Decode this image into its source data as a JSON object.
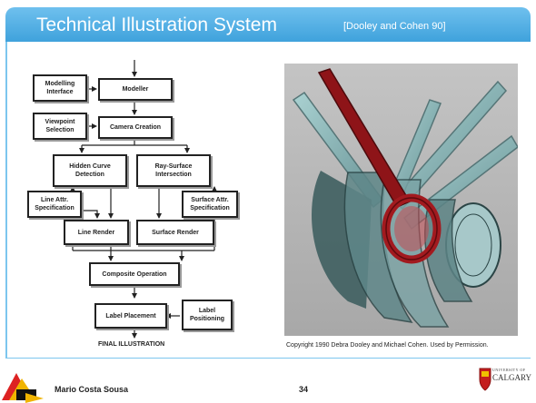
{
  "slide": {
    "title": "Technical Illustration System",
    "citation": "[Dooley and Cohen 90]",
    "author": "Mario Costa Sousa",
    "page_number": "34",
    "caption": "Copyright 1990 Debra Dooley and Michael Cohen. Used by Permission.",
    "accent_color": "#4aaae3"
  },
  "flowchart": {
    "modelling_interface": "Modelling\nInterface",
    "modeller": "Modeller",
    "viewpoint_selection": "Viewpoint\nSelection",
    "camera_creation": "Camera Creation",
    "hidden_curve_detection": "Hidden Curve\nDetection",
    "ray_surface_intersection": "Ray-Surface\nIntersection",
    "line_attr_specification": "Line Attr.\nSpecification",
    "surface_attr_specification": "Surface Attr.\nSpecification",
    "line_render": "Line Render",
    "surface_render": "Surface Render",
    "composite_operation": "Composite Operation",
    "label_placement": "Label Placement",
    "label_positioning": "Label\nPositioning",
    "final_illustration": "FINAL ILLUSTRATION"
  },
  "logos": {
    "university_small": "UNIVERSITY OF",
    "university_name": "CALGARY"
  }
}
